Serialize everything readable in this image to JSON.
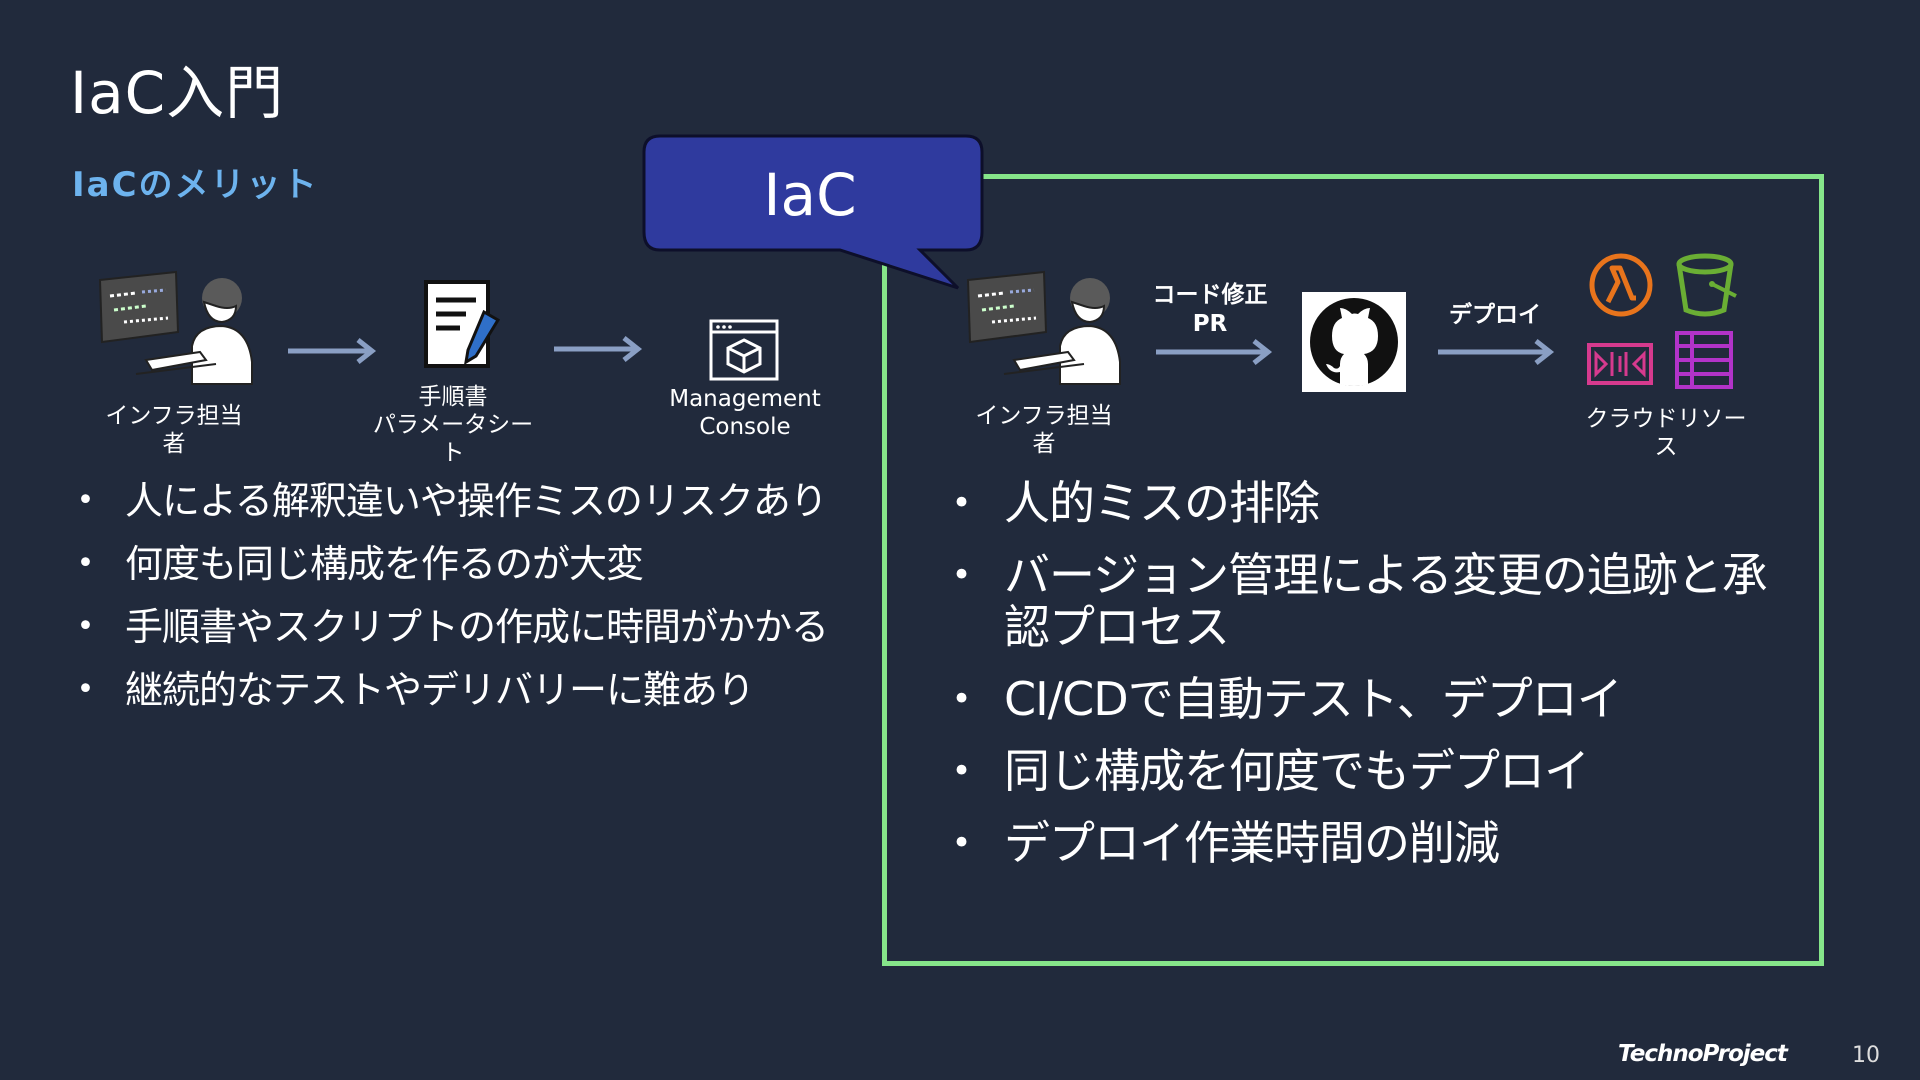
{
  "slide": {
    "title": "IaC入門",
    "subtitle": "IaCのメリット",
    "page_number": "10",
    "brand": "TechnoProject"
  },
  "manual_flow": {
    "person_label": "インフラ担当者",
    "doc_label_line1": "手順書",
    "doc_label_line2": "パラメータシート",
    "console_label_line1": "Management",
    "console_label_line2": "Console"
  },
  "iac_flow": {
    "callout_label": "IaC",
    "person_label": "インフラ担当者",
    "code_change_line1": "コード修正",
    "code_change_line2": "PR",
    "deploy_label": "デプロイ",
    "cloud_label": "クラウドリソース"
  },
  "left_bullets": [
    "人による解釈違いや操作ミスのリスクあり",
    "何度も同じ構成を作るのが大変",
    "手順書やスクリプトの作成に時間がかかる",
    "継続的なテストやデリバリーに難あり"
  ],
  "right_bullets": [
    "人的ミスの排除",
    "バージョン管理による変更の追跡と承認プロセス",
    "CI/CDで自動テスト、デプロイ",
    "同じ構成を何度でもデプロイ",
    "デプロイ作業時間の削減"
  ],
  "bullet_glyph": "•",
  "colors": {
    "background": "#212a3c",
    "subtitle": "#6db3ee",
    "box_border": "#86e58a",
    "callout_fill": "#2f3a9e",
    "arrow": "#8a9fc4",
    "lambda_orange": "#e8741c",
    "s3_green": "#6aae34",
    "pink": "#d63a8e",
    "magenta": "#b233c9"
  },
  "icons": [
    "person-at-computer-icon",
    "document-pen-icon",
    "management-console-icon",
    "github-icon",
    "lambda-icon",
    "s3-bucket-icon",
    "kinesis-video-icon",
    "table-icon"
  ]
}
